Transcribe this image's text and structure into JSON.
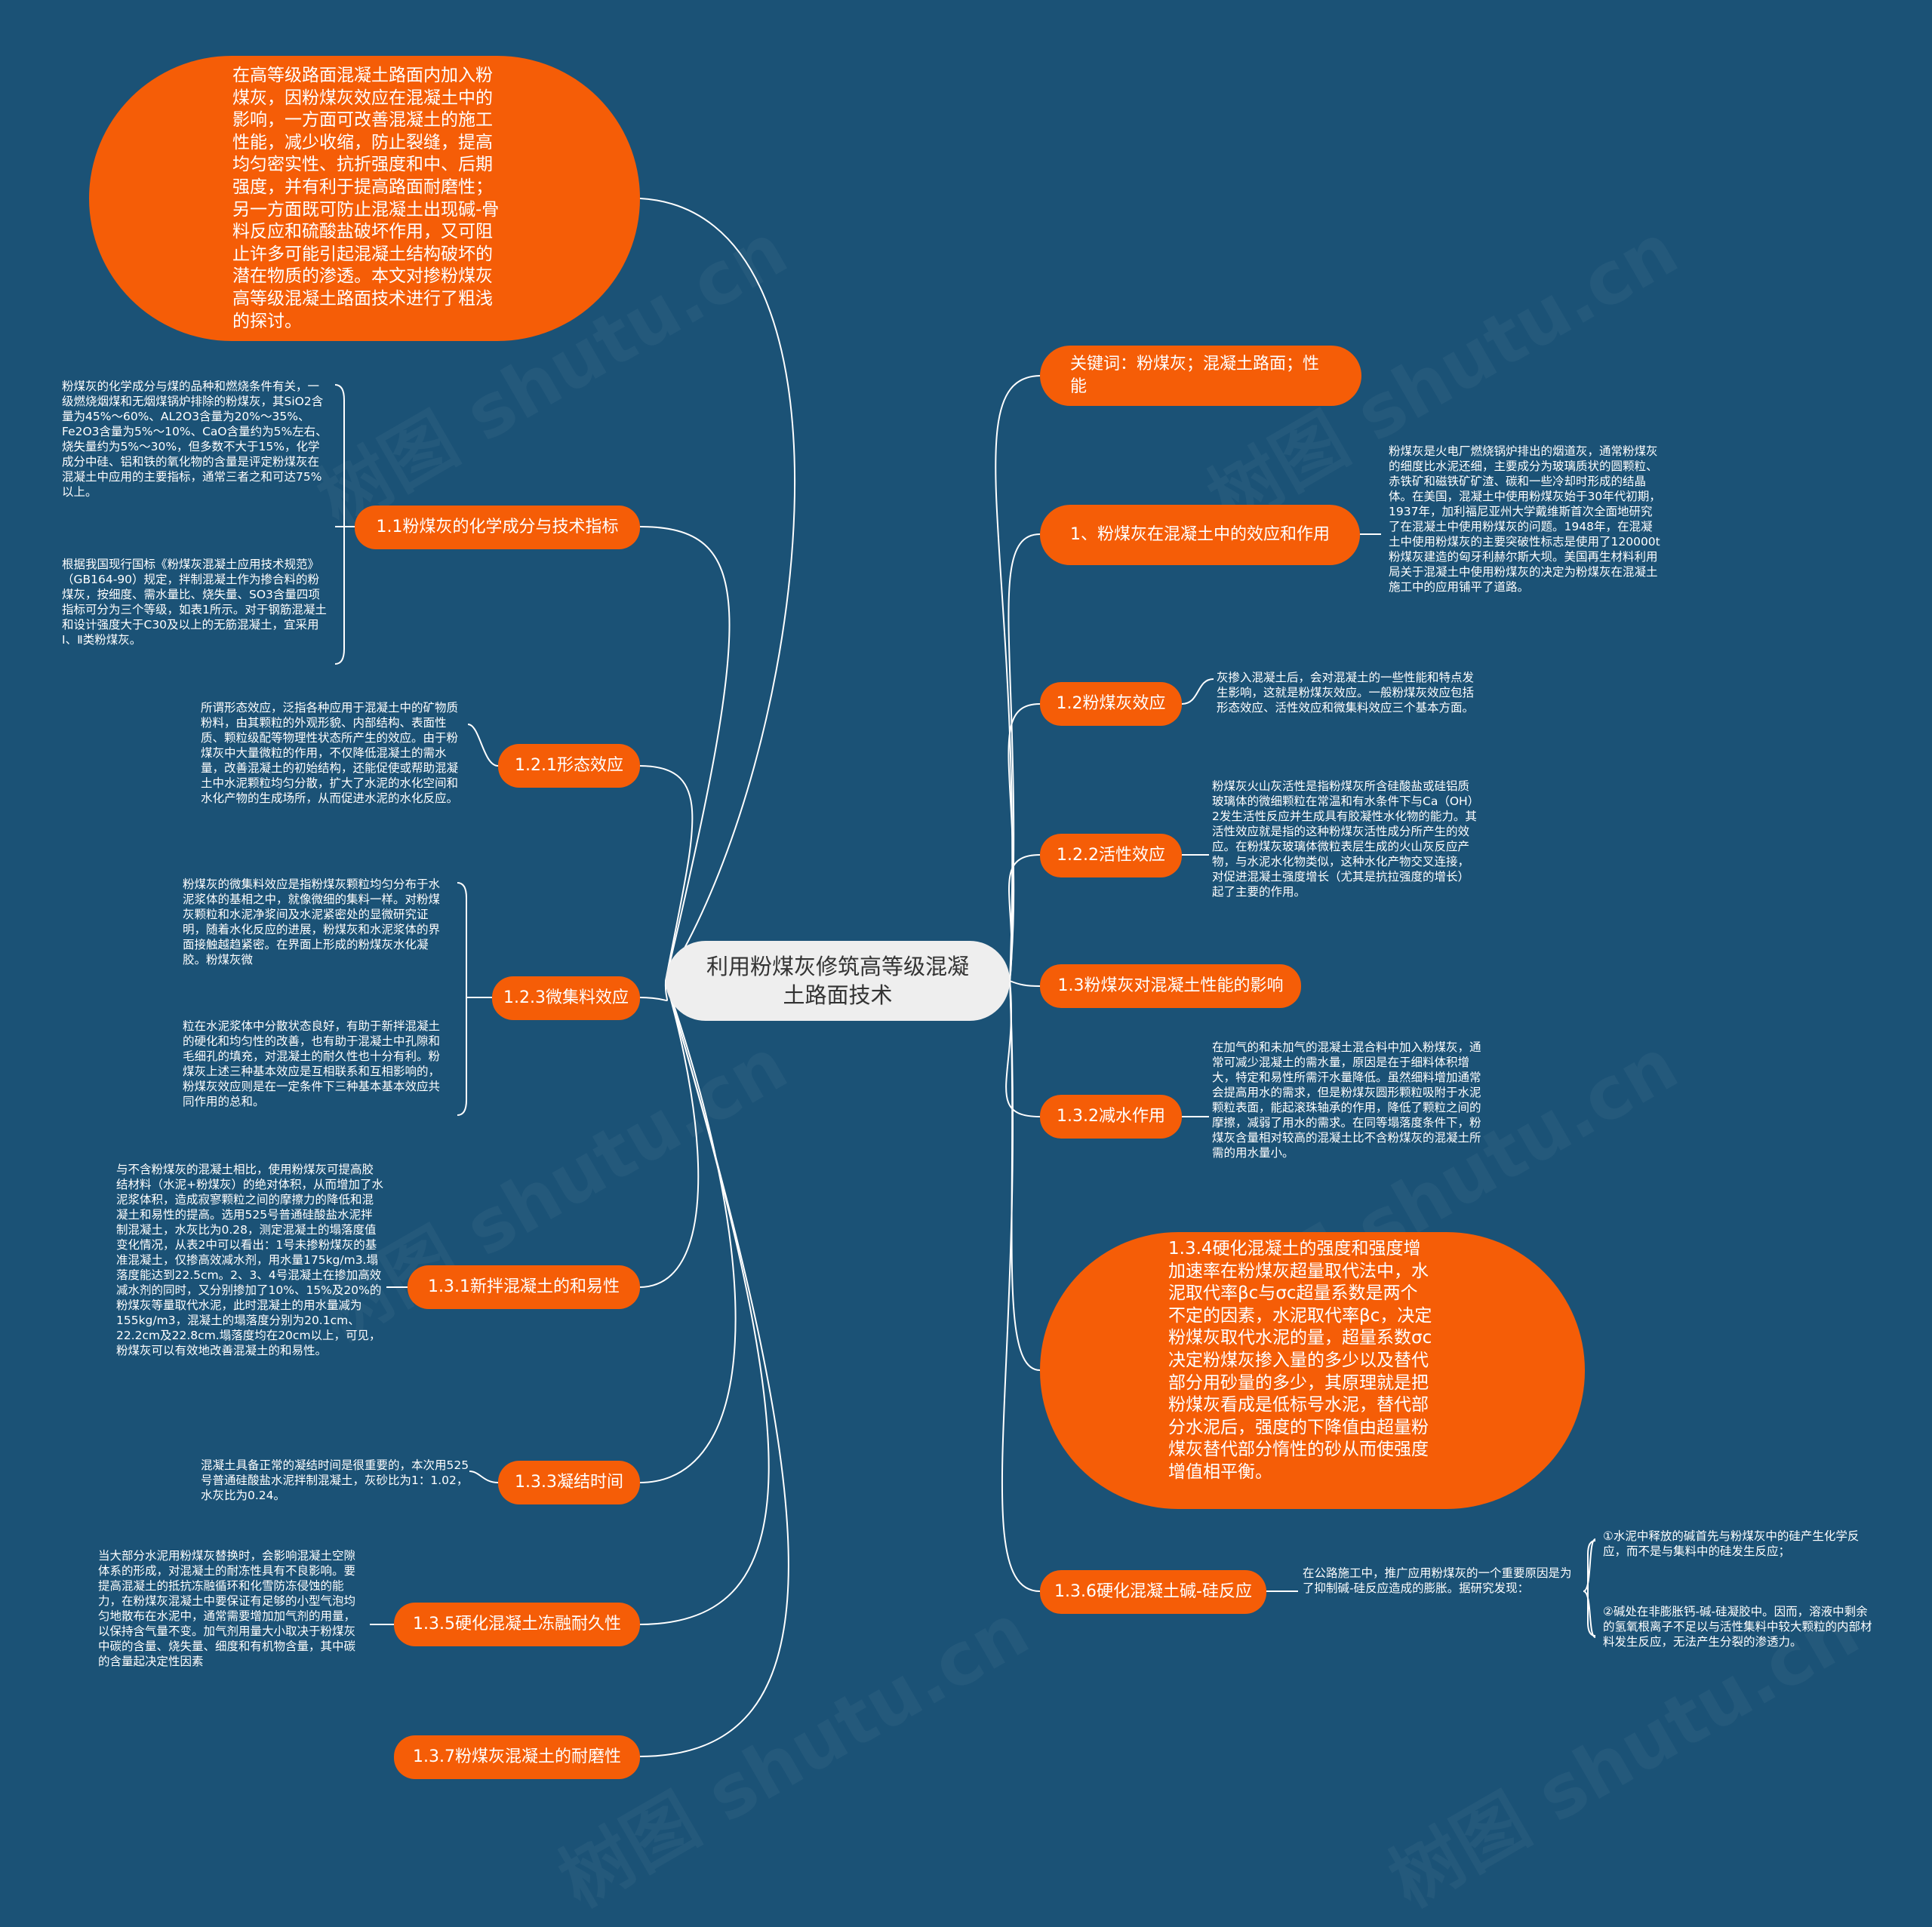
{
  "root": "利用粉煤灰修筑高等级混凝土路面技术",
  "watermark": "树图 shutu.cn",
  "colors": {
    "background": "#1b5276",
    "node": "#f55d07",
    "root": "#eeeeee",
    "line": "#ffffff"
  },
  "intro": "在高等级路面混凝土路面内加入粉煤灰，因粉煤灰效应在混凝土中的影响，一方面可改善混凝土的施工性能，减少收缩，防止裂缝，提高均匀密实性、抗折强度和中、后期强度，并有利于提高路面耐磨性；另一方面既可防止混凝土出现碱-骨料反应和硫酸盐破坏作用，又可阻止许多可能引起混凝土结构破坏的潜在物质的渗透。本文对掺粉煤灰高等级混凝土路面技术进行了粗浅的探讨。",
  "keywords": "关键词：粉煤灰；混凝土路面；性能",
  "n1": {
    "label": "1、粉煤灰在混凝土中的效应和作用",
    "note": "粉煤灰是火电厂燃烧锅炉排出的烟道灰，通常粉煤灰的细度比水泥还细，主要成分为玻璃质状的圆颗粒、赤铁矿和磁铁矿矿渣、碳和一些冷却时形成的结晶体。在美国，混凝土中使用粉煤灰始于30年代初期，1937年，加利福尼亚州大学戴维斯首次全面地研究了在混凝土中使用粉煤灰的问题。1948年，在混凝土中使用粉煤灰的主要突破性标志是使用了120000t粉煤灰建造的匈牙利赫尔斯大坝。美国再生材料利用局关于混凝土中使用粉煤灰的决定为粉煤灰在混凝土施工中的应用铺平了道路。"
  },
  "n11": {
    "label": "1.1粉煤灰的化学成分与技术指标",
    "note1": "粉煤灰的化学成分与煤的品种和燃烧条件有关，一级燃烧烟煤和无烟煤锅炉排除的粉煤灰，其SiO2含量为45%～60%、AL2O3含量为20%～35%、Fe2O3含量为5%～10%、CaO含量约为5%左右、烧失量约为5%～30%，但多数不大于15%，化学成分中硅、铝和铁的氧化物的含量是评定粉煤灰在混凝土中应用的主要指标，通常三者之和可达75%以上。",
    "note2": "根据我国现行国标《粉煤灰混凝土应用技术规范》（GB164-90）规定，拌制混凝土作为掺合料的粉煤灰，按细度、需水量比、烧失量、SO3含量四项指标可分为三个等级，如表1所示。对于钢筋混凝土和设计强度大于C30及以上的无筋混凝土，宜采用Ⅰ、Ⅱ类粉煤灰。"
  },
  "n12": {
    "label": "1.2粉煤灰效应",
    "note": "灰掺入混凝土后，会对混凝土的一些性能和特点发生影响，这就是粉煤灰效应。一般粉煤灰效应包括形态效应、活性效应和微集料效应三个基本方面。"
  },
  "n121": {
    "label": "1.2.1形态效应",
    "note": "所谓形态效应，泛指各种应用于混凝土中的矿物质粉料，由其颗粒的外观形貌、内部结构、表面性质、颗粒级配等物理性状态所产生的效应。由于粉煤灰中大量微粒的作用，不仅降低混凝土的需水量，改善混凝土的初始结构，还能促使或帮助混凝土中水泥颗粒均匀分散，扩大了水泥的水化空间和水化产物的生成场所，从而促进水泥的水化反应。"
  },
  "n122": {
    "label": "1.2.2活性效应",
    "note": "粉煤灰火山灰活性是指粉煤灰所含硅酸盐或硅铝质玻璃体的微细颗粒在常温和有水条件下与Ca（OH）2发生活性反应并生成具有胶凝性水化物的能力。其活性效应就是指的这种粉煤灰活性成分所产生的效应。在粉煤灰玻璃体微粒表层生成的火山灰反应产物，与水泥水化物类似，这种水化产物交叉连接，对促进混凝土强度增长（尤其是抗拉强度的增长）起了主要的作用。"
  },
  "n123": {
    "label": "1.2.3微集料效应",
    "note1": "粉煤灰的微集料效应是指粉煤灰颗粒均匀分布于水泥浆体的基相之中，就像微细的集料一样。对粉煤灰颗粒和水泥净浆间及水泥紧密处的显微研究证明，随着水化反应的进展，粉煤灰和水泥浆体的界面接触越趋紧密。在界面上形成的粉煤灰水化凝胶。粉煤灰微",
    "note2": "粒在水泥浆体中分散状态良好，有助于新拌混凝土的硬化和均匀性的改善，也有助于混凝土中孔隙和毛细孔的填充，对混凝土的耐久性也十分有利。粉煤灰上述三种基本效应是互相联系和互相影响的，粉煤灰效应则是在一定条件下三种基本基本效应共同作用的总和。"
  },
  "n13": {
    "label": "1.3粉煤灰对混凝土性能的影响"
  },
  "n131": {
    "label": "1.3.1新拌混凝土的和易性",
    "note": "与不含粉煤灰的混凝土相比，使用粉煤灰可提高胶结材料（水泥+粉煤灰）的绝对体积，从而增加了水泥浆体积，造成寂寥颗粒之间的摩擦力的降低和混凝土和易性的提高。选用525号普通硅酸盐水泥拌制混凝土，水灰比为0.28，测定混凝土的塌落度值变化情况，从表2中可以看出：1号未掺粉煤灰的基准混凝土，仅掺高效减水剂，用水量175kg/m3.塌落度能达到22.5cm。2、3、4号混凝土在掺加高效减水剂的同时，又分别掺加了10%、15%及20%的粉煤灰等量取代水泥，此时混凝土的用水量减为155kg/m3，混凝土的塌落度分别为20.1cm、22.2cm及22.8cm.塌落度均在20cm以上，可见，粉煤灰可以有效地改善混凝土的和易性。"
  },
  "n132": {
    "label": "1.3.2减水作用",
    "note": "在加气的和未加气的混凝土混合料中加入粉煤灰，通常可减少混凝土的需水量，原因是在于细料体积增大，特定和易性所需汗水量降低。虽然细料增加通常会提高用水的需求，但是粉煤灰圆形颗粒吸附于水泥颗粒表面，能起滚珠轴承的作用，降低了颗粒之间的摩擦，减弱了用水的需求。在同等塌落度条件下，粉煤灰含量相对较高的混凝土比不含粉煤灰的混凝土所需的用水量小。"
  },
  "n133": {
    "label": "1.3.3凝结时间",
    "note": "混凝土具备正常的凝结时间是很重要的，本次用525号普通硅酸盐水泥拌制混凝土，灰砂比为1：1.02，水灰比为0.24。"
  },
  "n134": {
    "label": "1.3.4硬化混凝土的强度和强度增加速率在粉煤灰超量取代法中，水泥取代率βc与σc超量系数是两个不定的因素，水泥取代率βc，决定粉煤灰取代水泥的量，超量系数σc决定粉煤灰掺入量的多少以及替代部分用砂量的多少，其原理就是把粉煤灰看成是低标号水泥，替代部分水泥后，强度的下降值由超量粉煤灰替代部分惰性的砂从而使强度增值相平衡。"
  },
  "n135": {
    "label": "1.3.5硬化混凝土冻融耐久性",
    "note": "当大部分水泥用粉煤灰替换时，会影响混凝土空隙体系的形成，对混凝土的耐冻性具有不良影响。要提高混凝土的抵抗冻融循环和化雪防冻侵蚀的能力，在粉煤灰混凝土中要保证有足够的小型气泡均匀地散布在水泥中，通常需要增加加气剂的用量，以保持含气量不变。加气剂用量大小取决于粉煤灰中碳的含量、烧失量、细度和有机物含量，其中碳的含量起决定性因素"
  },
  "n136": {
    "label": "1.3.6硬化混凝土碱-硅反应",
    "note": "在公路施工中，推广应用粉煤灰的一个重要原因是为了抑制碱-硅反应造成的膨胀。据研究发现：",
    "sub1": "①水泥中释放的碱首先与粉煤灰中的硅产生化学反应，而不是与集料中的硅发生反应；",
    "sub2": "②碱处在非膨胀钙-碱-硅凝胶中。因而，溶液中剩余的氢氧根离子不足以与活性集料中较大颗粒的内部材料发生反应，无法产生分裂的渗透力。"
  },
  "n137": {
    "label": "1.3.7粉煤灰混凝土的耐磨性"
  }
}
